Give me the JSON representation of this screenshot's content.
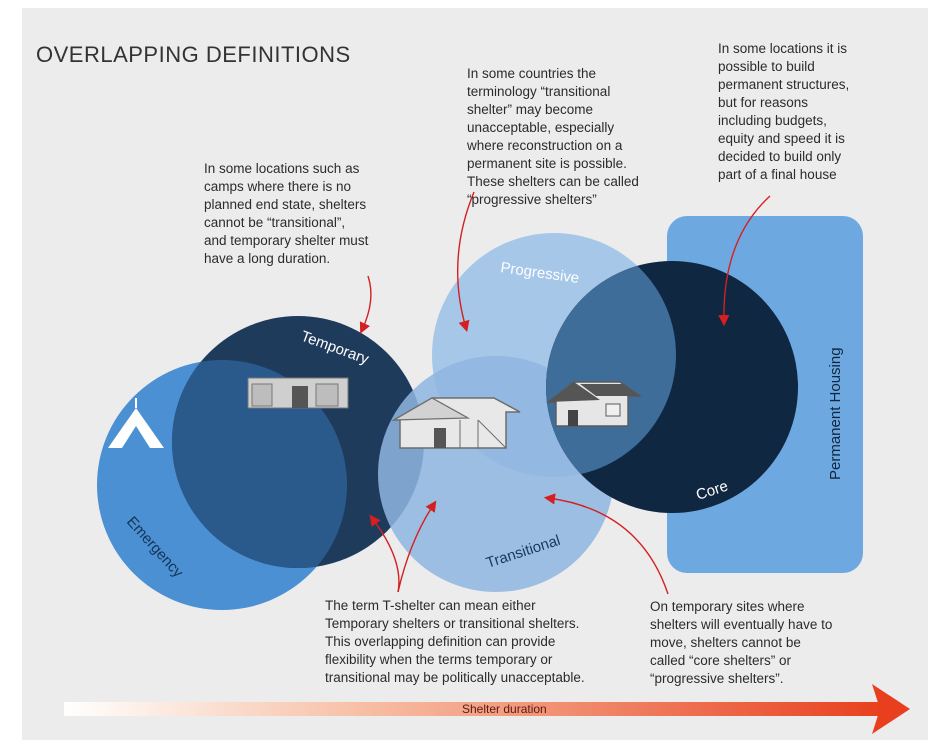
{
  "title": "OVERLAPPING DEFINITIONS",
  "labels": {
    "emergency": "Emergency",
    "temporary": "Temporary",
    "progressive": "Progressive",
    "transitional": "Transitional",
    "core": "Core",
    "permanent": "Permanent Housing",
    "duration": "Shelter duration"
  },
  "notes": {
    "temporary": "In some locations such as\ncamps where there is no\nplanned end state, shelters\ncannot be “transitional”,\nand temporary shelter must\nhave a long duration.",
    "progressive": "In some countries the\nterminology “transitional\nshelter” may become\nunacceptable, especially\nwhere reconstruction on a\npermanent site is possible.\nThese shelters can be called\n“progressive shelters”",
    "core": "In some locations it is\npossible to build\npermanent structures,\nbut for reasons\nincluding budgets,\nequity and speed it is\ndecided to build only\npart of a final house",
    "tshelter": "The term T-shelter can mean either\nTemporary shelters or transitional shelters.\nThis overlapping definition can provide\nflexibility when the terms temporary or\ntransitional may be politically unacceptable.",
    "temp_sites": "On temporary sites where\nshelters will eventually have to\nmove, shelters cannot be\ncalled “core shelters” or\n“progressive shelters”."
  },
  "colors": {
    "panel_bg": "#ececed",
    "emergency": "#4a90d2",
    "temporary": "#1f3b5c",
    "progressive": "#9fc3e7",
    "transitional": "#8fb6e0",
    "core": "#0f2740",
    "permanent": "#6ea8e0",
    "arrow_start": "#fbe3d6",
    "arrow_end": "#e8401e",
    "pointer": "#d42020"
  },
  "icons": [
    "tent-icon",
    "temporary-shelter-icon",
    "transitional-shelter-icon",
    "progressive-house-icon"
  ]
}
